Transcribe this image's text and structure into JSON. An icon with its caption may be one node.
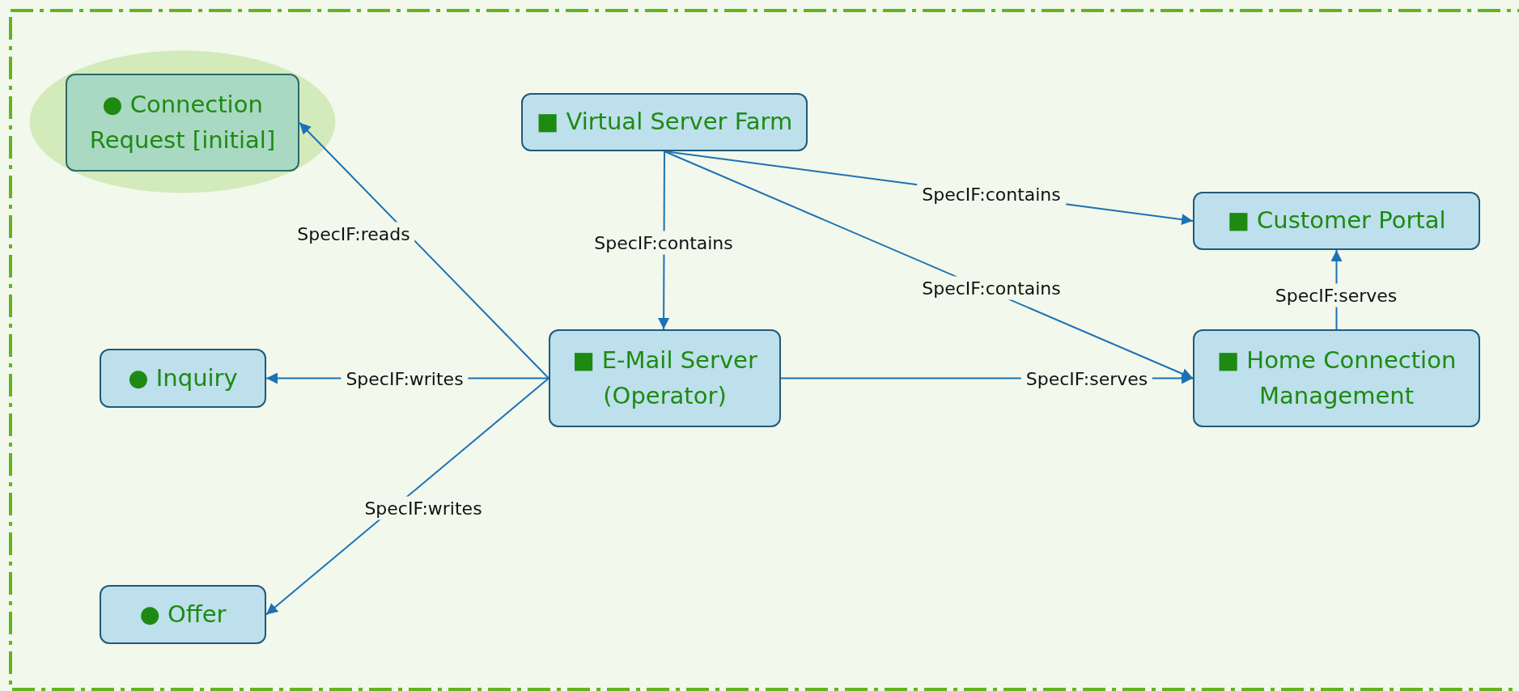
{
  "diagram": {
    "nodes": [
      {
        "text": [
          "● Connection Request [initial]"
        ]
      },
      {
        "text": [
          "■ Virtual Server Farm"
        ]
      },
      {
        "text": [
          "■ Customer Portal"
        ]
      },
      {
        "text": [
          "● Inquiry"
        ]
      },
      {
        "text": [
          "■ E-Mail Server (Operator)"
        ]
      },
      {
        "text": [
          "■ Home Connection Management"
        ]
      },
      {
        "text": [
          "● Offer"
        ]
      }
    ],
    "edges": [
      {
        "from": 4,
        "to": 0,
        "arrow": "to",
        "label": "SpecIF:reads"
      },
      {
        "from": 1,
        "to": 4,
        "arrow": "to",
        "label": "SpecIF:contains"
      },
      {
        "from": 1,
        "to": 2,
        "arrow": "to",
        "label": "SpecIF:contains"
      },
      {
        "from": 1,
        "to": 5,
        "arrow": "to",
        "label": "SpecIF:contains"
      },
      {
        "from": 4,
        "to": 3,
        "arrow": "to",
        "label": "SpecIF:writes"
      },
      {
        "from": 4,
        "to": 6,
        "arrow": "to",
        "label": "SpecIF:writes"
      },
      {
        "from": 4,
        "to": 5,
        "arrow": "to",
        "label": "SpecIF:serves"
      },
      {
        "from": 5,
        "to": 2,
        "arrow": "to",
        "label": "SpecIF:serves"
      }
    ]
  }
}
